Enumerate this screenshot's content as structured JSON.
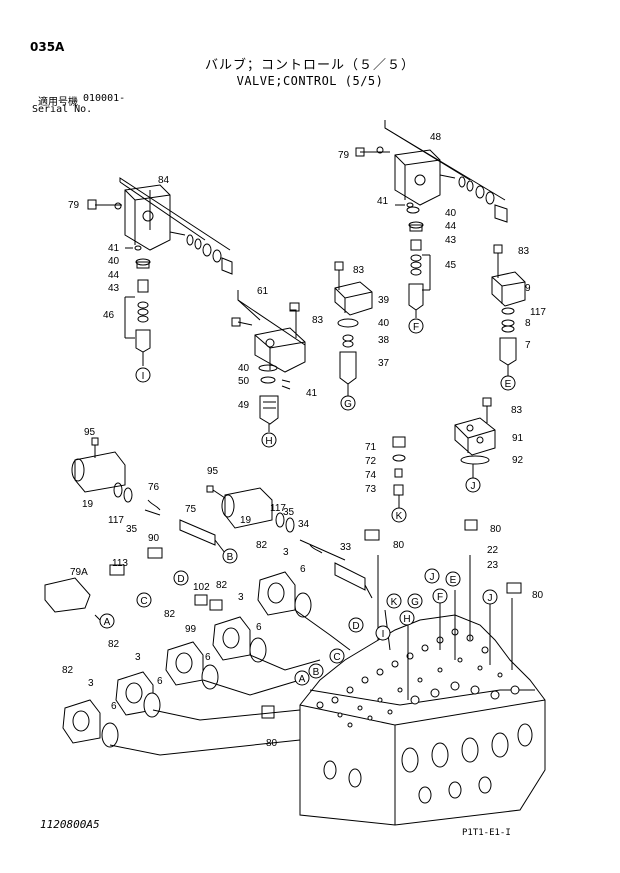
{
  "header": {
    "page_code": "035A",
    "title_jp": "バルブ；コントロール（５／５）",
    "title_en": "VALVE;CONTROL (5/5)",
    "serial_label_jp": "適用号機",
    "serial_label_en": "Serial No.",
    "serial_value": "010001-"
  },
  "footer": {
    "illustration_code": "1120800A5",
    "sheet_code": "P1T1-E1-I"
  },
  "part_numbers": [
    "79",
    "84",
    "41",
    "40",
    "44",
    "43",
    "46",
    "61",
    "83",
    "40",
    "50",
    "41",
    "49",
    "48",
    "79",
    "41",
    "40",
    "44",
    "43",
    "45",
    "83",
    "39",
    "40",
    "38",
    "37",
    "83",
    "9",
    "117",
    "8",
    "7",
    "83",
    "91",
    "92",
    "71",
    "72",
    "74",
    "73",
    "95",
    "19",
    "117",
    "35",
    "76",
    "75",
    "95",
    "19",
    "117",
    "35",
    "34",
    "33",
    "80",
    "80",
    "22",
    "23",
    "80",
    "90",
    "113",
    "79A",
    "102",
    "82",
    "3",
    "82",
    "99",
    "6",
    "3",
    "82",
    "6",
    "82",
    "3",
    "6",
    "82",
    "3",
    "6",
    "6",
    "80"
  ],
  "callouts": [
    "I",
    "H",
    "F",
    "G",
    "E",
    "J",
    "K",
    "D",
    "B",
    "C",
    "A",
    "D",
    "C",
    "B",
    "A",
    "I",
    "H",
    "G",
    "K",
    "F",
    "E",
    "J"
  ]
}
